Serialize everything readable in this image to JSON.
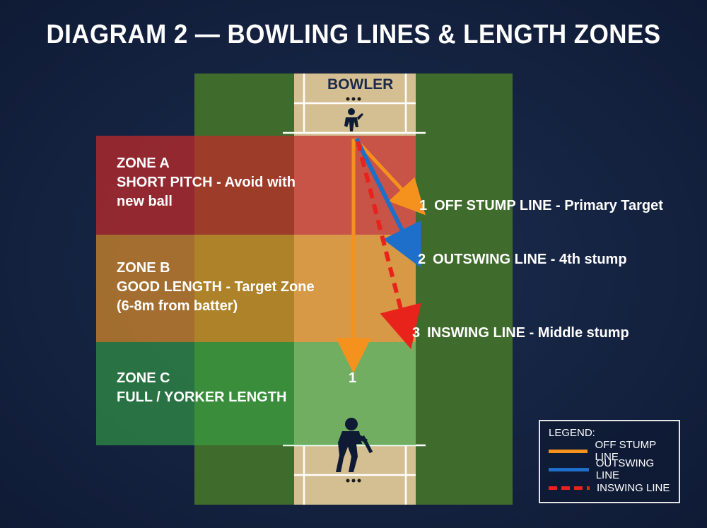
{
  "title": "DIAGRAM 2 — BOWLING LINES & LENGTH ZONES",
  "bowler_label": "BOWLER",
  "zones": [
    {
      "id": "a",
      "text": "ZONE A\nSHORT PITCH - Avoid with\nnew ball",
      "color": "#b5272e"
    },
    {
      "id": "b",
      "text": "ZONE B\nGOOD LENGTH - Target Zone\n(6-8m from batter)",
      "color": "#c97d22"
    },
    {
      "id": "c",
      "text": "ZONE C\nFULL / YORKER LENGTH",
      "color": "#2e9a3e"
    }
  ],
  "lines": [
    {
      "num": "1",
      "label": "OFF STUMP LINE - Primary Target",
      "color": "#f5921e"
    },
    {
      "num": "2",
      "label": "OUTSWING LINE - 4th stump",
      "color": "#1e6fc9"
    },
    {
      "num": "3",
      "label": "INSWING LINE - Middle stump",
      "color": "#e8231c"
    }
  ],
  "pitch_marker": "1",
  "legend": {
    "title": "LEGEND:",
    "items": [
      {
        "label": "OFF STUMP LINE",
        "color": "#f5921e",
        "style": "solid"
      },
      {
        "label": "OUTSWING LINE",
        "color": "#1e6fc9",
        "style": "solid"
      },
      {
        "label": "INSWING LINE",
        "color": "#e8231c",
        "style": "dashed"
      }
    ]
  },
  "colors": {
    "background": "#142240",
    "outfield": "#3f6b2c",
    "pitch": "#d4bf92"
  }
}
